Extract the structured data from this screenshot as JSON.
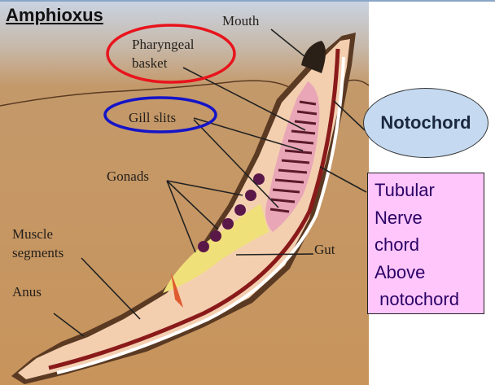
{
  "title": "Amphioxus",
  "labels": {
    "mouth": "Mouth",
    "pharyngeal_1": "Pharyngeal",
    "pharyngeal_2": "basket",
    "gill_slits": "Gill slits",
    "gonads": "Gonads",
    "muscle_1": "Muscle",
    "muscle_2": "segments",
    "anus": "Anus",
    "gut": "Gut"
  },
  "notochord_callout": "Notochord",
  "nerve_callout": [
    "Tubular",
    "Nerve",
    "chord",
    "Above",
    " notochord"
  ],
  "colors": {
    "highlight_pharyngeal": "#e8141c",
    "highlight_gill": "#1414c8",
    "callout_ellipse": "#c5daf0",
    "callout_box": "#ffc6fb"
  }
}
